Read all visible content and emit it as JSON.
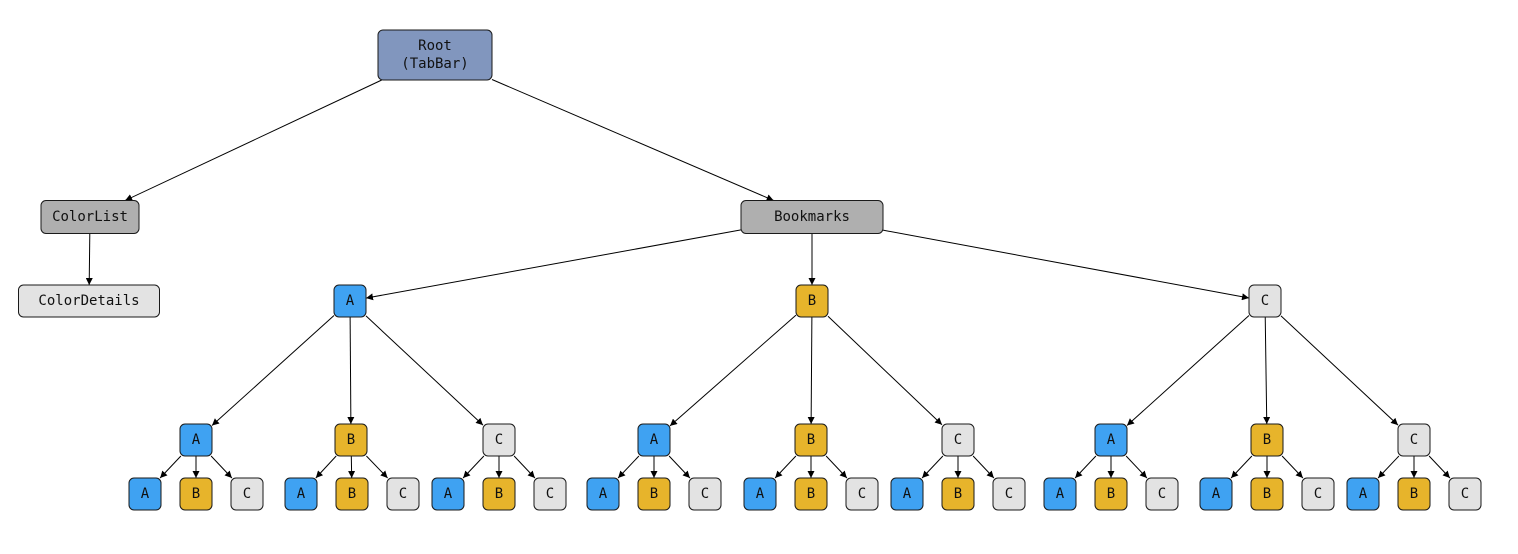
{
  "colors": {
    "root": "#8196BE",
    "gray": "#AFAFAF",
    "light": "#E3E3E3",
    "A": "#3FA2F2",
    "B": "#E7B42B",
    "C": "#E3E3E3"
  },
  "nodes": {
    "root": {
      "lines": [
        "Root",
        "(TabBar)"
      ],
      "color": "root"
    },
    "colorlist": {
      "lines": [
        "ColorList"
      ],
      "color": "gray"
    },
    "colordetails": {
      "lines": [
        "ColorDetails"
      ],
      "color": "light"
    },
    "bookmarks": {
      "lines": [
        "Bookmarks"
      ],
      "color": "gray"
    },
    "n_A": {
      "lines": [
        "A"
      ],
      "color": "A"
    },
    "n_B": {
      "lines": [
        "B"
      ],
      "color": "B"
    },
    "n_C": {
      "lines": [
        "C"
      ],
      "color": "C"
    },
    "n_AA": {
      "lines": [
        "A"
      ],
      "color": "A"
    },
    "n_AB": {
      "lines": [
        "B"
      ],
      "color": "B"
    },
    "n_AC": {
      "lines": [
        "C"
      ],
      "color": "C"
    },
    "n_BA": {
      "lines": [
        "A"
      ],
      "color": "A"
    },
    "n_BB": {
      "lines": [
        "B"
      ],
      "color": "B"
    },
    "n_BC": {
      "lines": [
        "C"
      ],
      "color": "C"
    },
    "n_CA": {
      "lines": [
        "A"
      ],
      "color": "A"
    },
    "n_CB": {
      "lines": [
        "B"
      ],
      "color": "B"
    },
    "n_CC": {
      "lines": [
        "C"
      ],
      "color": "C"
    },
    "n_AAA": {
      "lines": [
        "A"
      ],
      "color": "A"
    },
    "n_AAB": {
      "lines": [
        "B"
      ],
      "color": "B"
    },
    "n_AAC": {
      "lines": [
        "C"
      ],
      "color": "C"
    },
    "n_ABA": {
      "lines": [
        "A"
      ],
      "color": "A"
    },
    "n_ABB": {
      "lines": [
        "B"
      ],
      "color": "B"
    },
    "n_ABC": {
      "lines": [
        "C"
      ],
      "color": "C"
    },
    "n_ACA": {
      "lines": [
        "A"
      ],
      "color": "A"
    },
    "n_ACB": {
      "lines": [
        "B"
      ],
      "color": "B"
    },
    "n_ACC": {
      "lines": [
        "C"
      ],
      "color": "C"
    },
    "n_BAA": {
      "lines": [
        "A"
      ],
      "color": "A"
    },
    "n_BAB": {
      "lines": [
        "B"
      ],
      "color": "B"
    },
    "n_BAC": {
      "lines": [
        "C"
      ],
      "color": "C"
    },
    "n_BBA": {
      "lines": [
        "A"
      ],
      "color": "A"
    },
    "n_BBB": {
      "lines": [
        "B"
      ],
      "color": "B"
    },
    "n_BBC": {
      "lines": [
        "C"
      ],
      "color": "C"
    },
    "n_BCA": {
      "lines": [
        "A"
      ],
      "color": "A"
    },
    "n_BCB": {
      "lines": [
        "B"
      ],
      "color": "B"
    },
    "n_BCC": {
      "lines": [
        "C"
      ],
      "color": "C"
    },
    "n_CAA": {
      "lines": [
        "A"
      ],
      "color": "A"
    },
    "n_CAB": {
      "lines": [
        "B"
      ],
      "color": "B"
    },
    "n_CAC": {
      "lines": [
        "C"
      ],
      "color": "C"
    },
    "n_CBA": {
      "lines": [
        "A"
      ],
      "color": "A"
    },
    "n_CBB": {
      "lines": [
        "B"
      ],
      "color": "B"
    },
    "n_CBC": {
      "lines": [
        "C"
      ],
      "color": "C"
    },
    "n_CCA": {
      "lines": [
        "A"
      ],
      "color": "A"
    },
    "n_CCB": {
      "lines": [
        "B"
      ],
      "color": "B"
    },
    "n_CCC": {
      "lines": [
        "C"
      ],
      "color": "C"
    }
  },
  "edges": [
    [
      "root",
      "colorlist"
    ],
    [
      "root",
      "bookmarks"
    ],
    [
      "colorlist",
      "colordetails"
    ],
    [
      "bookmarks",
      "n_A"
    ],
    [
      "bookmarks",
      "n_B"
    ],
    [
      "bookmarks",
      "n_C"
    ],
    [
      "n_A",
      "n_AA"
    ],
    [
      "n_A",
      "n_AB"
    ],
    [
      "n_A",
      "n_AC"
    ],
    [
      "n_B",
      "n_BA"
    ],
    [
      "n_B",
      "n_BB"
    ],
    [
      "n_B",
      "n_BC"
    ],
    [
      "n_C",
      "n_CA"
    ],
    [
      "n_C",
      "n_CB"
    ],
    [
      "n_C",
      "n_CC"
    ],
    [
      "n_AA",
      "n_AAA"
    ],
    [
      "n_AA",
      "n_AAB"
    ],
    [
      "n_AA",
      "n_AAC"
    ],
    [
      "n_AB",
      "n_ABA"
    ],
    [
      "n_AB",
      "n_ABB"
    ],
    [
      "n_AB",
      "n_ABC"
    ],
    [
      "n_AC",
      "n_ACA"
    ],
    [
      "n_AC",
      "n_ACB"
    ],
    [
      "n_AC",
      "n_ACC"
    ],
    [
      "n_BA",
      "n_BAA"
    ],
    [
      "n_BA",
      "n_BAB"
    ],
    [
      "n_BA",
      "n_BAC"
    ],
    [
      "n_BB",
      "n_BBA"
    ],
    [
      "n_BB",
      "n_BBB"
    ],
    [
      "n_BB",
      "n_BBC"
    ],
    [
      "n_BC",
      "n_BCA"
    ],
    [
      "n_BC",
      "n_BCB"
    ],
    [
      "n_BC",
      "n_BCC"
    ],
    [
      "n_CA",
      "n_CAA"
    ],
    [
      "n_CA",
      "n_CAB"
    ],
    [
      "n_CA",
      "n_CAC"
    ],
    [
      "n_CB",
      "n_CBA"
    ],
    [
      "n_CB",
      "n_CBB"
    ],
    [
      "n_CB",
      "n_CBC"
    ],
    [
      "n_CC",
      "n_CCA"
    ],
    [
      "n_CC",
      "n_CCB"
    ],
    [
      "n_CC",
      "n_CCC"
    ]
  ]
}
